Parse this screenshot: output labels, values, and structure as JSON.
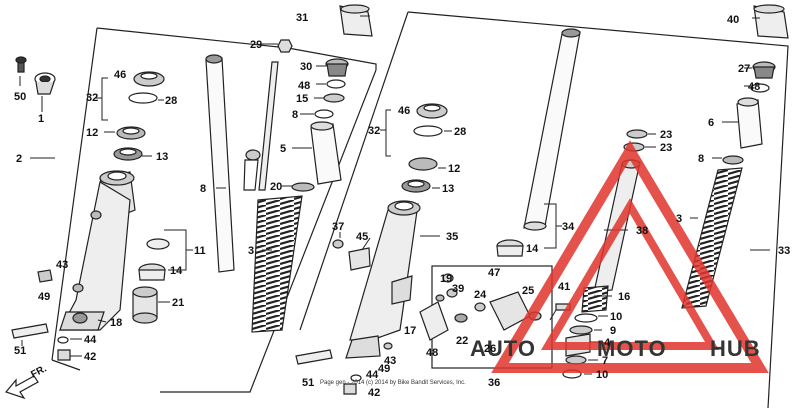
{
  "diagram": {
    "direction_label": "FR.",
    "copyright": "Page gen - 2014 (c) 2014 by Bike Bandit Services, Inc.",
    "watermark": {
      "word1": "AUTO",
      "word2": "MOTO",
      "word3": "HUB",
      "color_primary": "#e0342c",
      "color_secondary": "#333333"
    },
    "left_assembly_callouts": [
      "50",
      "1",
      "2",
      "46",
      "32",
      "28",
      "12",
      "13",
      "29",
      "30",
      "48",
      "15",
      "8",
      "5",
      "20",
      "8",
      "3",
      "11",
      "14",
      "21",
      "43",
      "49",
      "18",
      "44",
      "42",
      "51"
    ],
    "right_assembly_callouts": [
      "31",
      "46",
      "32",
      "28",
      "12",
      "13",
      "37",
      "45",
      "35",
      "34",
      "14",
      "19",
      "39",
      "24",
      "47",
      "25",
      "41",
      "17",
      "48",
      "22",
      "26",
      "43",
      "49",
      "44",
      "42",
      "51",
      "36",
      "40",
      "27",
      "48",
      "6",
      "23",
      "23",
      "8",
      "38",
      "3",
      "33",
      "16",
      "10",
      "9",
      "4",
      "7",
      "10"
    ]
  }
}
